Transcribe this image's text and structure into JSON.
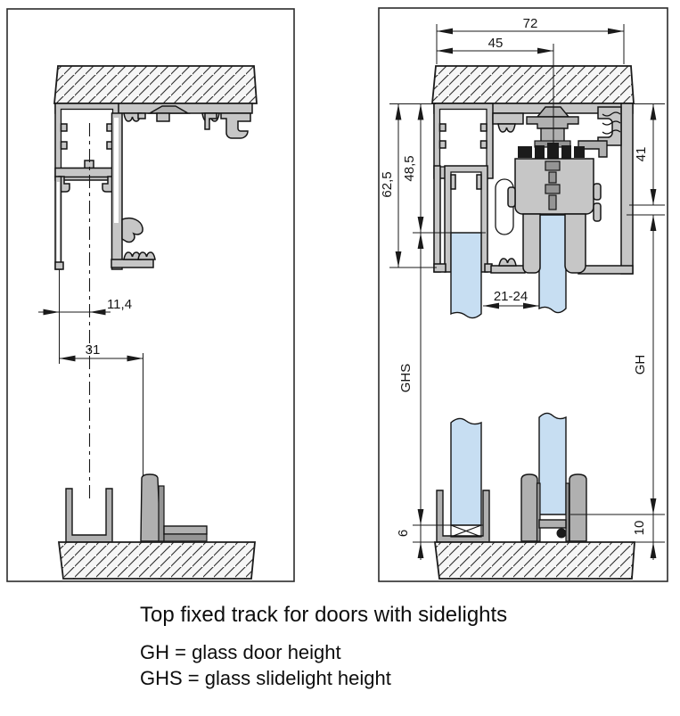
{
  "caption": {
    "title": "Top fixed track for doors with sidelights",
    "gh_legend": "GH = glass door height",
    "ghs_legend": "GHS = glass slidelight height"
  },
  "left_view": {
    "dim_wall_offset": "11,4",
    "dim_track_offset": "31"
  },
  "right_view": {
    "dim_total_width": "72",
    "dim_fixing_width": "45",
    "dim_profile_height": "62,5",
    "dim_glass_top_inset": "48,5",
    "dim_door_top_inset": "41",
    "dim_glass_gap": "21-24",
    "dim_sidelight_floor_gap": "6",
    "dim_door_floor_gap": "10",
    "label_slidelight_height": "GHS",
    "label_door_height": "GH"
  },
  "colors": {
    "line": "#1a1a1a",
    "profile_gray": "#c6c6c6",
    "hardware_gray": "#b0b0b0",
    "dark_gray": "#949494",
    "black_parts": "#1b1b1b",
    "glass_blue": "#c7def2",
    "hatch_background": "#f6f6f6",
    "background": "#ffffff"
  }
}
